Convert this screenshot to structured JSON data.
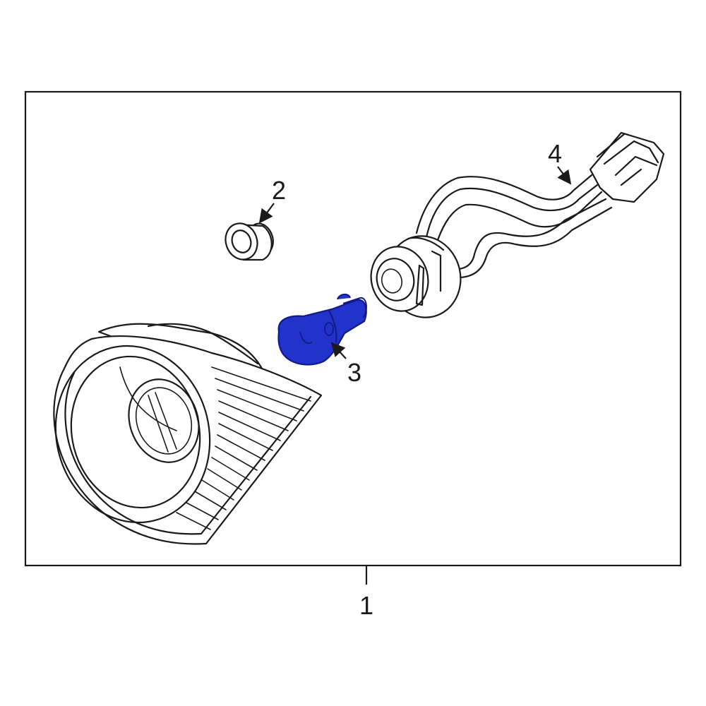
{
  "callouts": {
    "assembly": "1",
    "grommet": "2",
    "bulb": "3",
    "socket_harness": "4"
  },
  "colors": {
    "line": "#1a1a1a",
    "highlight": "#2233cc",
    "highlight_dark": "#121a88",
    "background": "#ffffff"
  }
}
